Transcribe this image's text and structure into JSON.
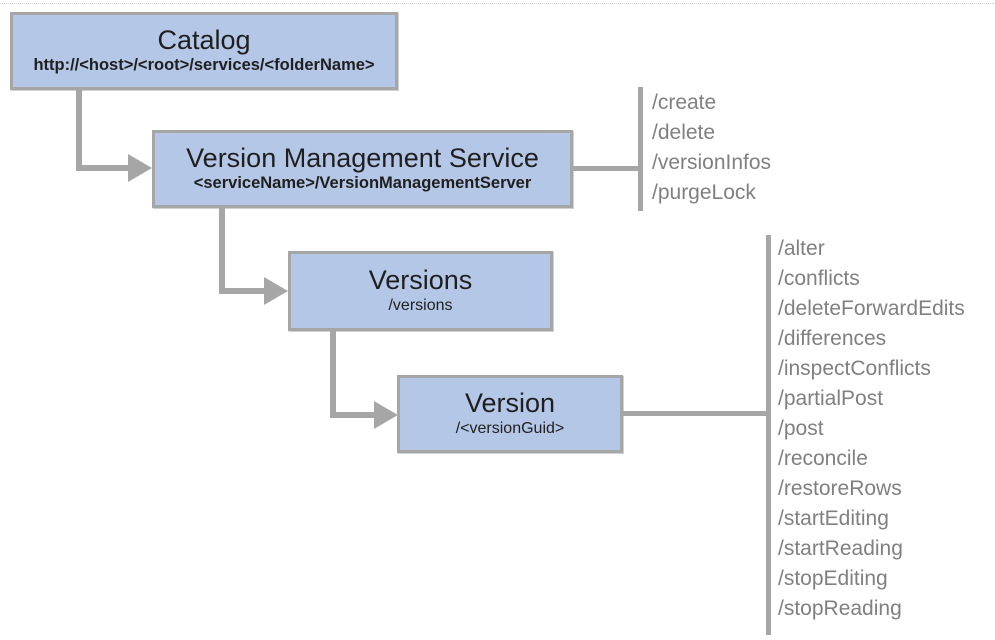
{
  "nodes": [
    {
      "id": "catalog",
      "title": "Catalog",
      "subtitle": "http://<host>/<root>/services/<folderName>"
    },
    {
      "id": "version-management-service",
      "title": "Version Management Service",
      "subtitle": "<serviceName>/VersionManagementServer"
    },
    {
      "id": "versions",
      "title": "Versions",
      "subtitle": "/versions"
    },
    {
      "id": "version",
      "title": "Version",
      "subtitle": "/<versionGuid>"
    }
  ],
  "endpoint_lists": [
    {
      "attached_to": "version-management-service",
      "items": [
        "/create",
        "/delete",
        "/versionInfos",
        "/purgeLock"
      ]
    },
    {
      "attached_to": "version",
      "items": [
        "/alter",
        "/conflicts",
        "/deleteForwardEdits",
        "/differences",
        "/inspectConflicts",
        "/partialPost",
        "/post",
        "/reconcile",
        "/restoreRows",
        "/startEditing",
        "/startReading",
        "/stopEditing",
        "/stopReading"
      ]
    }
  ],
  "colors": {
    "node_fill": "#b4c7e7",
    "node_border": "#a6a6a6",
    "connector": "#a6a6a6",
    "endpoint_text": "#808080",
    "node_text": "#1f1f1f",
    "background": "#ffffff"
  }
}
